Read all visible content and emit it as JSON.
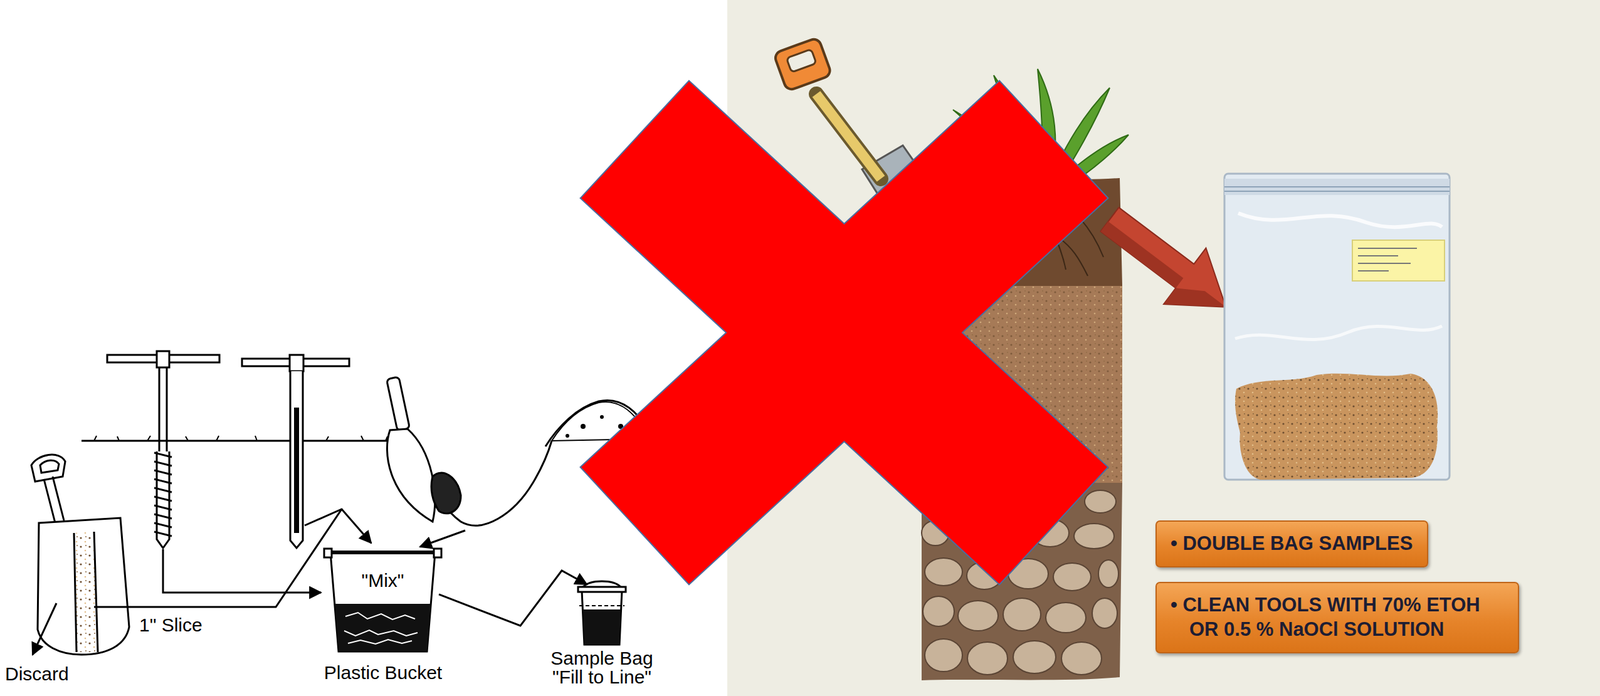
{
  "diagram": {
    "nodes": [
      {
        "text": [
          "\"Mix\"",
          "Plastic Bucket"
        ]
      },
      {
        "text": [
          "Sample Bag \"Fill to Line\""
        ]
      },
      {
        "text": [
          "• DOUBLE BAG SAMPLES"
        ]
      },
      {
        "text": [
          "• CLEAN TOOLS WITH 70% ETOH OR 0.5 % NaOCl SOLUTION"
        ]
      }
    ],
    "edges": [
      {
        "from": 0,
        "to": 1,
        "arrow": "to"
      }
    ],
    "labels": [
      "Discard",
      "1\" Slice"
    ]
  }
}
